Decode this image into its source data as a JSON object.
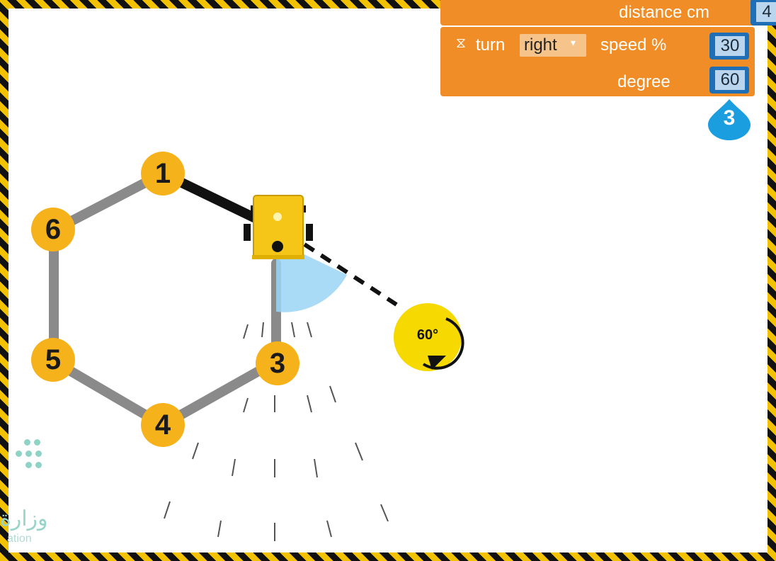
{
  "block": {
    "top_label": "distance cm",
    "top_value": "4",
    "turn_label": "turn",
    "direction": "right",
    "speed_label": "speed %",
    "speed_value": "30",
    "degree_label": "degree",
    "degree_value": "60",
    "step_badge": "3"
  },
  "path": {
    "vertices": [
      "1",
      "3",
      "4",
      "5",
      "6"
    ],
    "angle_label": "60°"
  },
  "logo": {
    "text": "وزارة",
    "sub": "ation"
  },
  "colors": {
    "block_orange": "#f08d26",
    "slot_blue": "#1f6fb6",
    "badge_yellow": "#f6b21b",
    "step_blue": "#1a9ee0",
    "sweep_blue": "#9ad3f5",
    "path_gray": "#8a8a8a",
    "robot_yellow": "#f5c518"
  }
}
